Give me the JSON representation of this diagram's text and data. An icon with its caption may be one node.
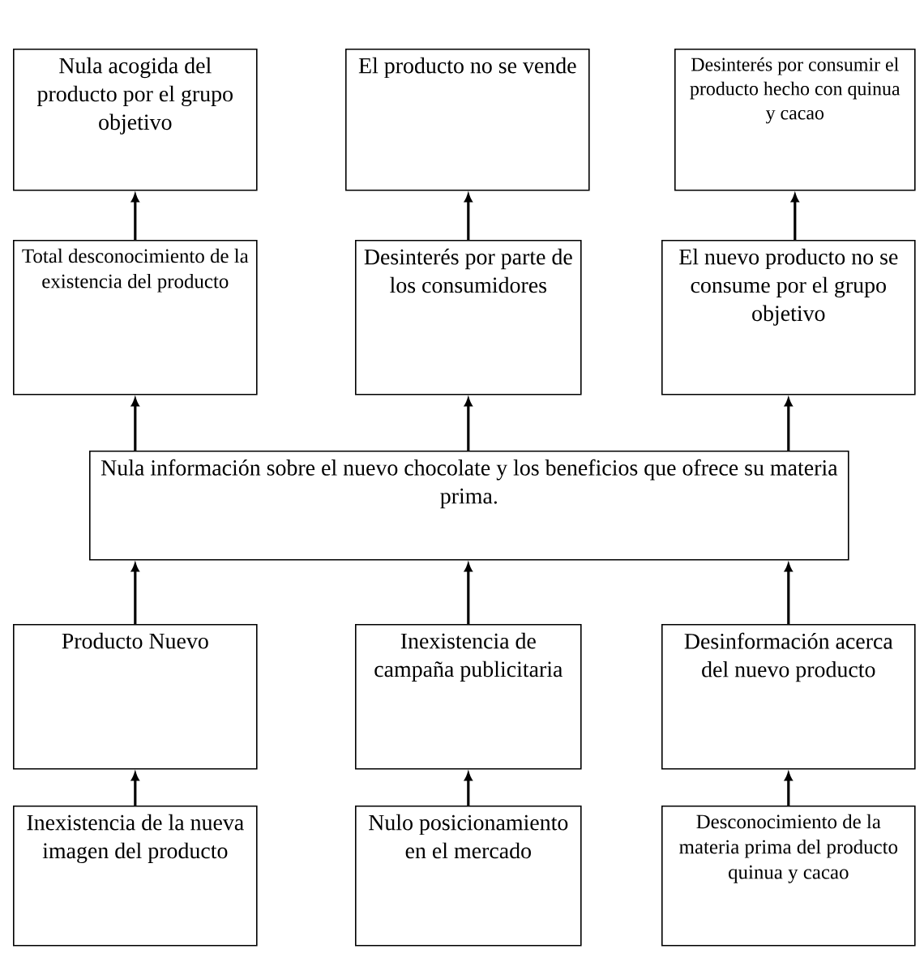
{
  "diagram": {
    "nodes": [
      {
        "text": [
          "Nula acogida del producto por el grupo objetivo"
        ]
      },
      {
        "text": [
          "El producto no se vende"
        ]
      },
      {
        "text": [
          "Desinterés por consumir el producto hecho con quinua y cacao"
        ]
      },
      {
        "text": [
          "Total desconocimiento de la existencia del producto"
        ]
      },
      {
        "text": [
          "Desinterés por parte de los consumidores"
        ]
      },
      {
        "text": [
          "El nuevo producto no se consume por el grupo objetivo"
        ]
      },
      {
        "text": [
          "Nula información sobre el nuevo chocolate y los beneficios que ofrece su materia prima."
        ]
      },
      {
        "text": [
          "Producto Nuevo"
        ]
      },
      {
        "text": [
          "Inexistencia de campaña publicitaria"
        ]
      },
      {
        "text": [
          "Desinformación acerca del nuevo producto"
        ]
      },
      {
        "text": [
          "Inexistencia de la nueva imagen del producto"
        ]
      },
      {
        "text": [
          "Nulo posicionamiento en el mercado"
        ]
      },
      {
        "text": [
          "Desconocimiento de la materia prima del producto quinua y cacao"
        ]
      }
    ],
    "edges": [
      {
        "from": 10,
        "to": 7,
        "arrow": "to"
      },
      {
        "from": 11,
        "to": 8,
        "arrow": "to"
      },
      {
        "from": 12,
        "to": 9,
        "arrow": "to"
      },
      {
        "from": 7,
        "to": 6,
        "arrow": "to"
      },
      {
        "from": 8,
        "to": 6,
        "arrow": "to"
      },
      {
        "from": 9,
        "to": 6,
        "arrow": "to"
      },
      {
        "from": 6,
        "to": 3,
        "arrow": "to"
      },
      {
        "from": 6,
        "to": 4,
        "arrow": "to"
      },
      {
        "from": 6,
        "to": 5,
        "arrow": "to"
      },
      {
        "from": 3,
        "to": 0,
        "arrow": "to"
      },
      {
        "from": 4,
        "to": 1,
        "arrow": "to"
      },
      {
        "from": 5,
        "to": 2,
        "arrow": "to"
      }
    ]
  }
}
